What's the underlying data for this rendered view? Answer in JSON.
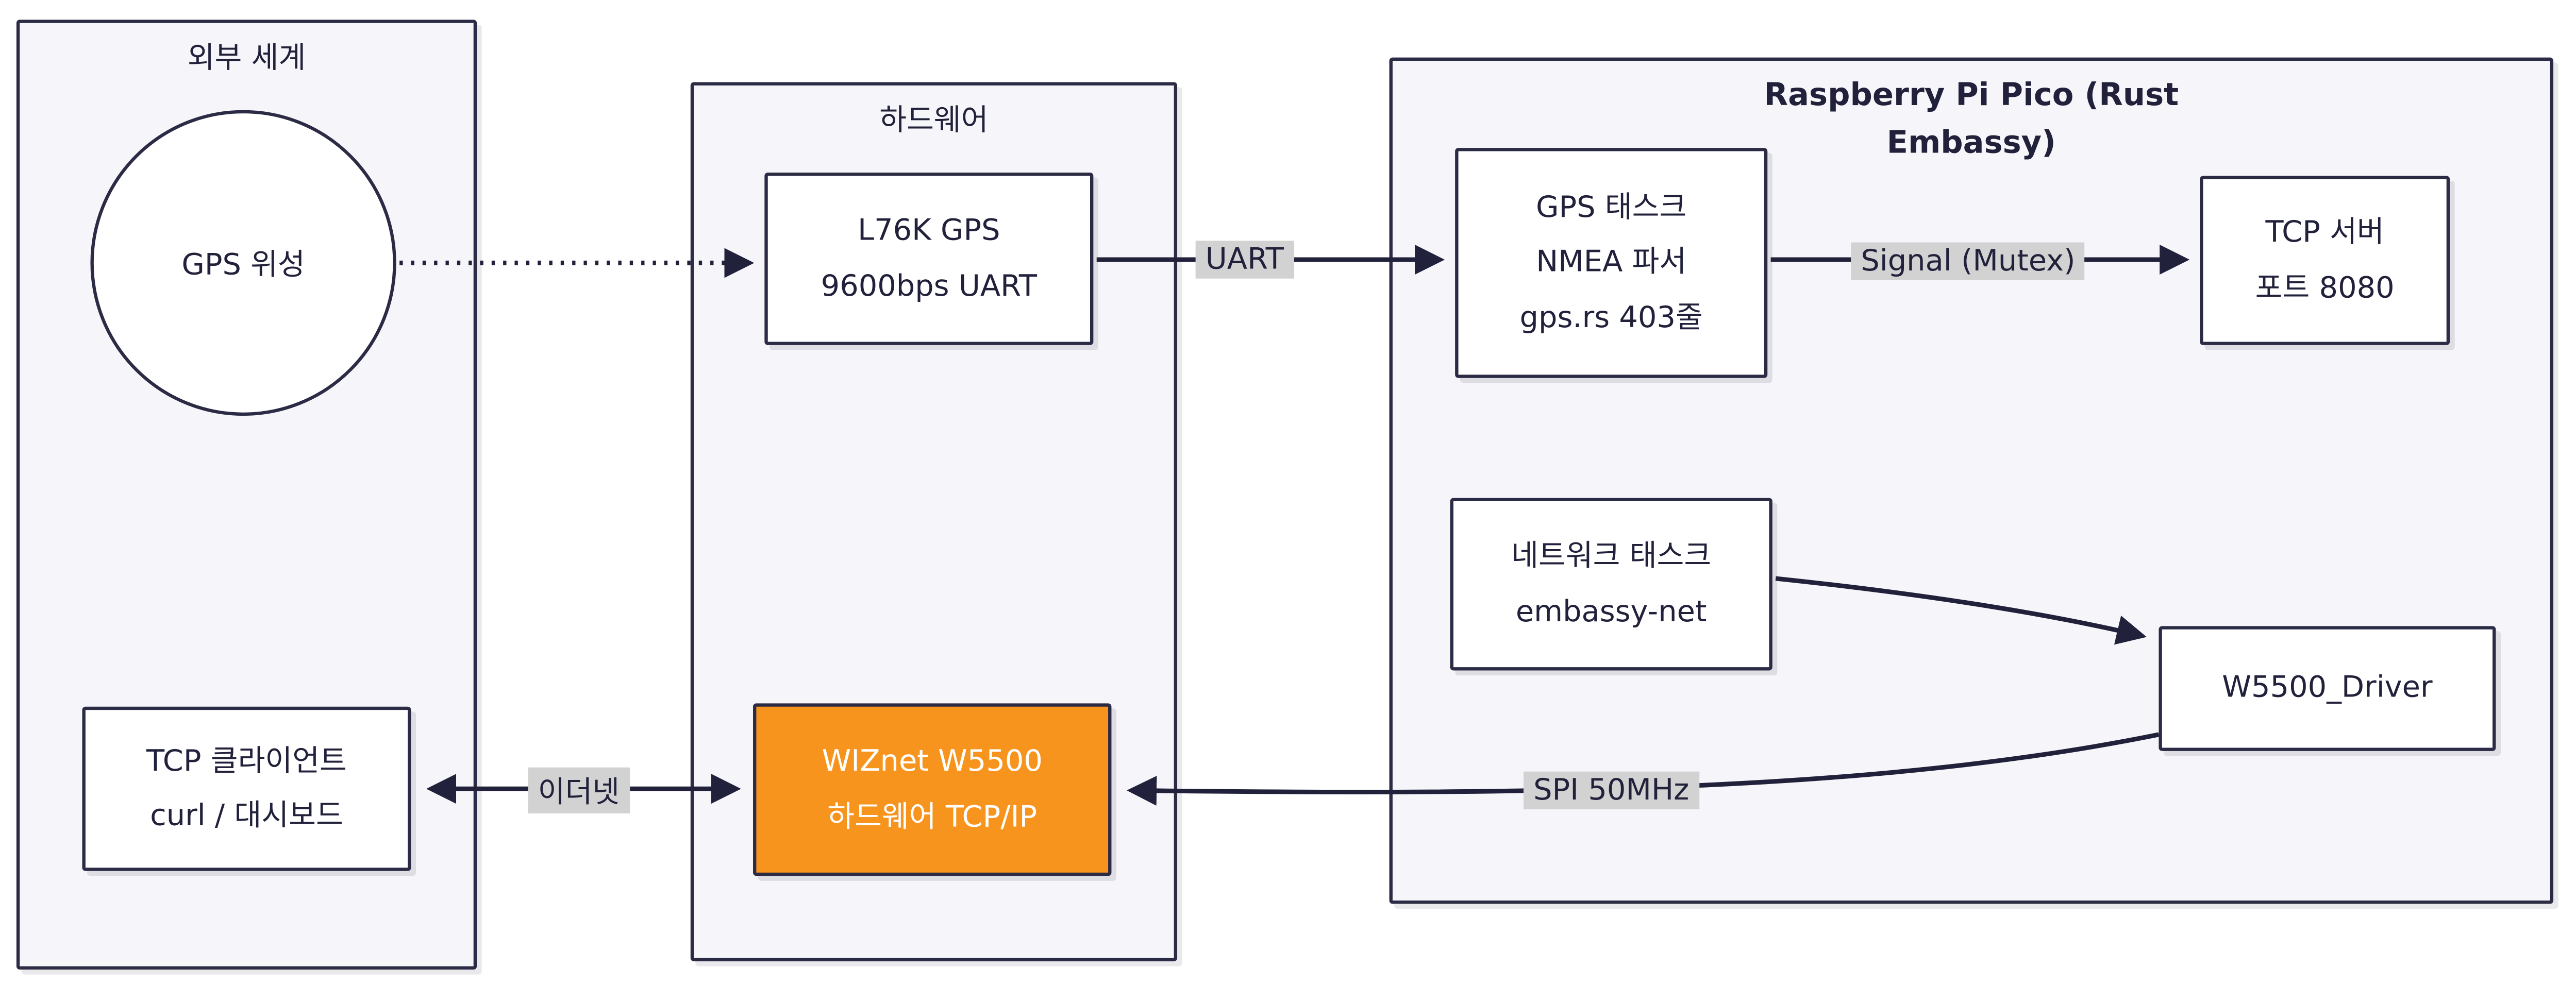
{
  "containers": {
    "external": {
      "title": "외부 세계"
    },
    "hardware": {
      "title": "하드웨어"
    },
    "pico": {
      "title": "Raspberry Pi Pico (Rust Embassy)"
    }
  },
  "nodes": {
    "gps_satellite": {
      "lines": [
        "GPS 위성"
      ]
    },
    "tcp_client": {
      "lines": [
        "TCP 클라이언트",
        "curl / 대시보드"
      ]
    },
    "l76k_gps": {
      "lines": [
        "L76K GPS",
        "9600bps UART"
      ]
    },
    "wiznet_w5500": {
      "lines": [
        "WIZnet W5500",
        "하드웨어 TCP/IP"
      ]
    },
    "gps_task": {
      "lines": [
        "GPS 태스크",
        "NMEA 파서",
        "gps.rs 403줄"
      ]
    },
    "tcp_server": {
      "lines": [
        "TCP 서버",
        "포트 8080"
      ]
    },
    "network_task": {
      "lines": [
        "네트워크 태스크",
        "embassy-net"
      ]
    },
    "w5500_driver": {
      "lines": [
        "W5500_Driver"
      ]
    }
  },
  "edges": {
    "uart": {
      "label": "UART"
    },
    "signal_mutex": {
      "label": "Signal (Mutex)"
    },
    "spi": {
      "label": "SPI 50MHz"
    },
    "ethernet": {
      "label": "이더넷"
    }
  },
  "colors": {
    "stroke": "#21213b",
    "border": "#2b2b45",
    "container_fill": "#f6f6fa",
    "node_fill": "#ffffff",
    "orange_fill": "#f7941e",
    "orange_text": "#ffffff",
    "edge_label_bg": "#d2d2d2"
  }
}
